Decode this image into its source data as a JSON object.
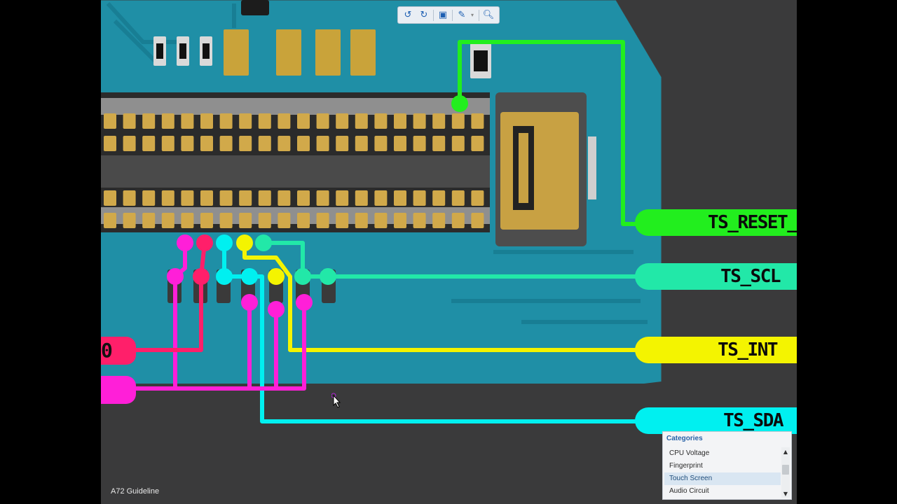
{
  "toolbar": {
    "rotate_left_icon": "rotate-left-icon",
    "rotate_right_icon": "rotate-right-icon",
    "fit_icon": "fit-screen-icon",
    "pen_icon": "pen-tool-icon",
    "dropdown_icon": "chevron-down-icon",
    "search_icon": "search-icon"
  },
  "labels": {
    "ts_reset": "TS_RESET_N",
    "ts_scl": "TS_SCL",
    "ts_int": "TS_INT",
    "ts_sda": "TS_SDA",
    "left_top_partial": "0"
  },
  "colors": {
    "ts_reset": "#22ee1e",
    "ts_scl": "#22e8a8",
    "ts_int": "#f4f400",
    "ts_sda": "#00f0f0",
    "magenta": "#ff1fd8",
    "crimson": "#ff1f6a",
    "board": "#1f8fa6"
  },
  "footer": {
    "title": "A72 Guideline"
  },
  "categories": {
    "title": "Categories",
    "items": [
      "CPU Voltage",
      "Fingerprint",
      "Touch Screen",
      "Audio Circuit"
    ],
    "selected": "Touch Screen"
  }
}
